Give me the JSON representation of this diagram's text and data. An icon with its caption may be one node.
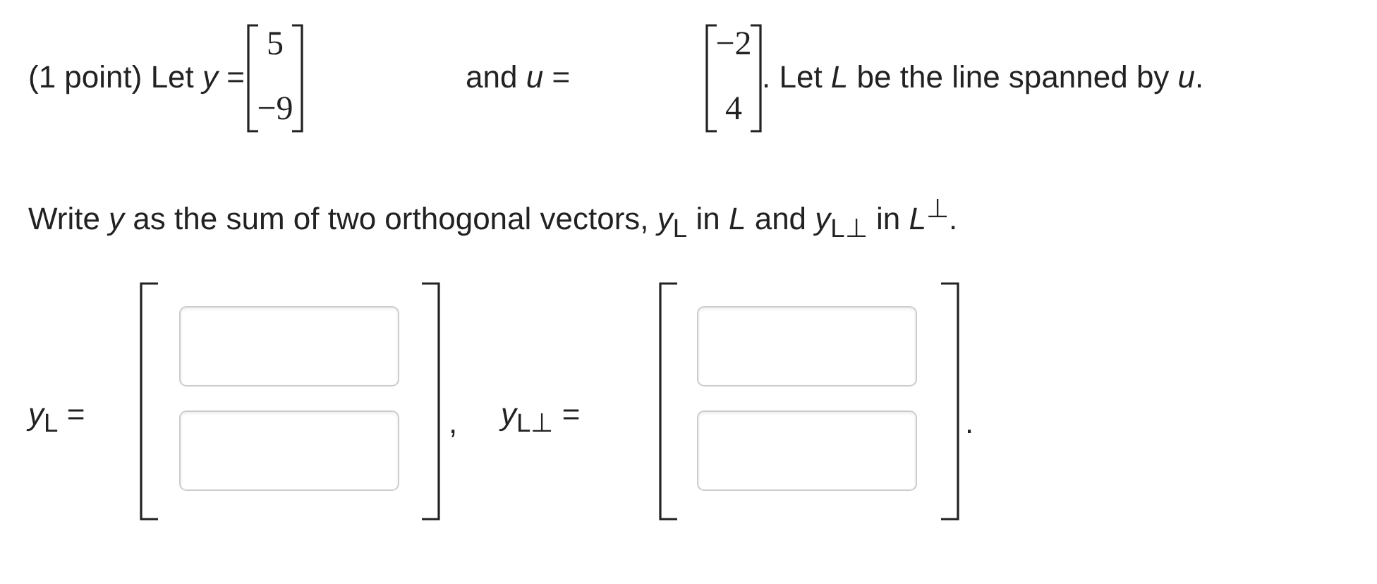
{
  "diagram": {
    "labels": [
      "(1 point) Let *y* =",
      "5",
      "−9",
      "and *u* =",
      "−2",
      "4",
      ". Let *L* be the line spanned by *u*.",
      "Write *y* as the sum of two orthogonal vectors, *y*$_{L}$ in *L* and *y*$_{L⊥}$ in *L*$^{⊥}$.",
      "*y*$_{L}$ =",
      ",",
      "*y*$_{L⊥}$ =",
      "."
    ]
  }
}
